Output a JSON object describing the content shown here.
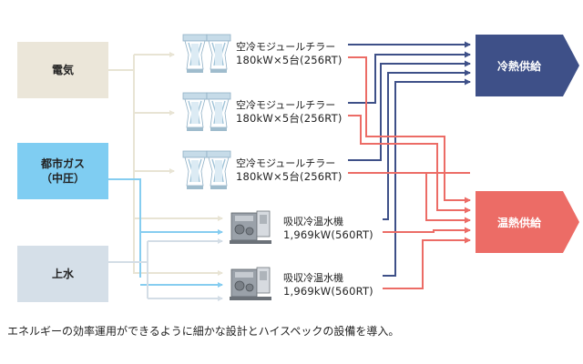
{
  "sources": {
    "electricity": {
      "label": "電気",
      "color": "#ebe6d9"
    },
    "city_gas": {
      "label": "都市ガス\n（中圧）",
      "color": "#7fcdf2"
    },
    "water": {
      "label": "上水",
      "color": "#d5dfe8"
    }
  },
  "equipment": [
    {
      "name": "空冷モジュールチラー",
      "spec": "180kW×5台(256RT)"
    },
    {
      "name": "空冷モジュールチラー",
      "spec": "180kW×5台(256RT)"
    },
    {
      "name": "空冷モジュールチラー",
      "spec": "180kW×5台(256RT)"
    },
    {
      "name": "吸収冷温水機",
      "spec": "1,969kW(560RT)"
    },
    {
      "name": "吸収冷温水機",
      "spec": "1,969kW(560RT)"
    }
  ],
  "outputs": {
    "cooling": {
      "label": "冷熱供給",
      "color": "#3e5088"
    },
    "heating": {
      "label": "温熱供給",
      "color": "#ec6c66"
    }
  },
  "line_colors": {
    "electricity": "#e8e4d4",
    "gas": "#86cdf0",
    "water": "#d3dde6",
    "cold": "#3e5088",
    "hot": "#ec6c66"
  },
  "caption": "エネルギーの効率運用ができるように細かな設計とハイスペックの設備を導入。"
}
